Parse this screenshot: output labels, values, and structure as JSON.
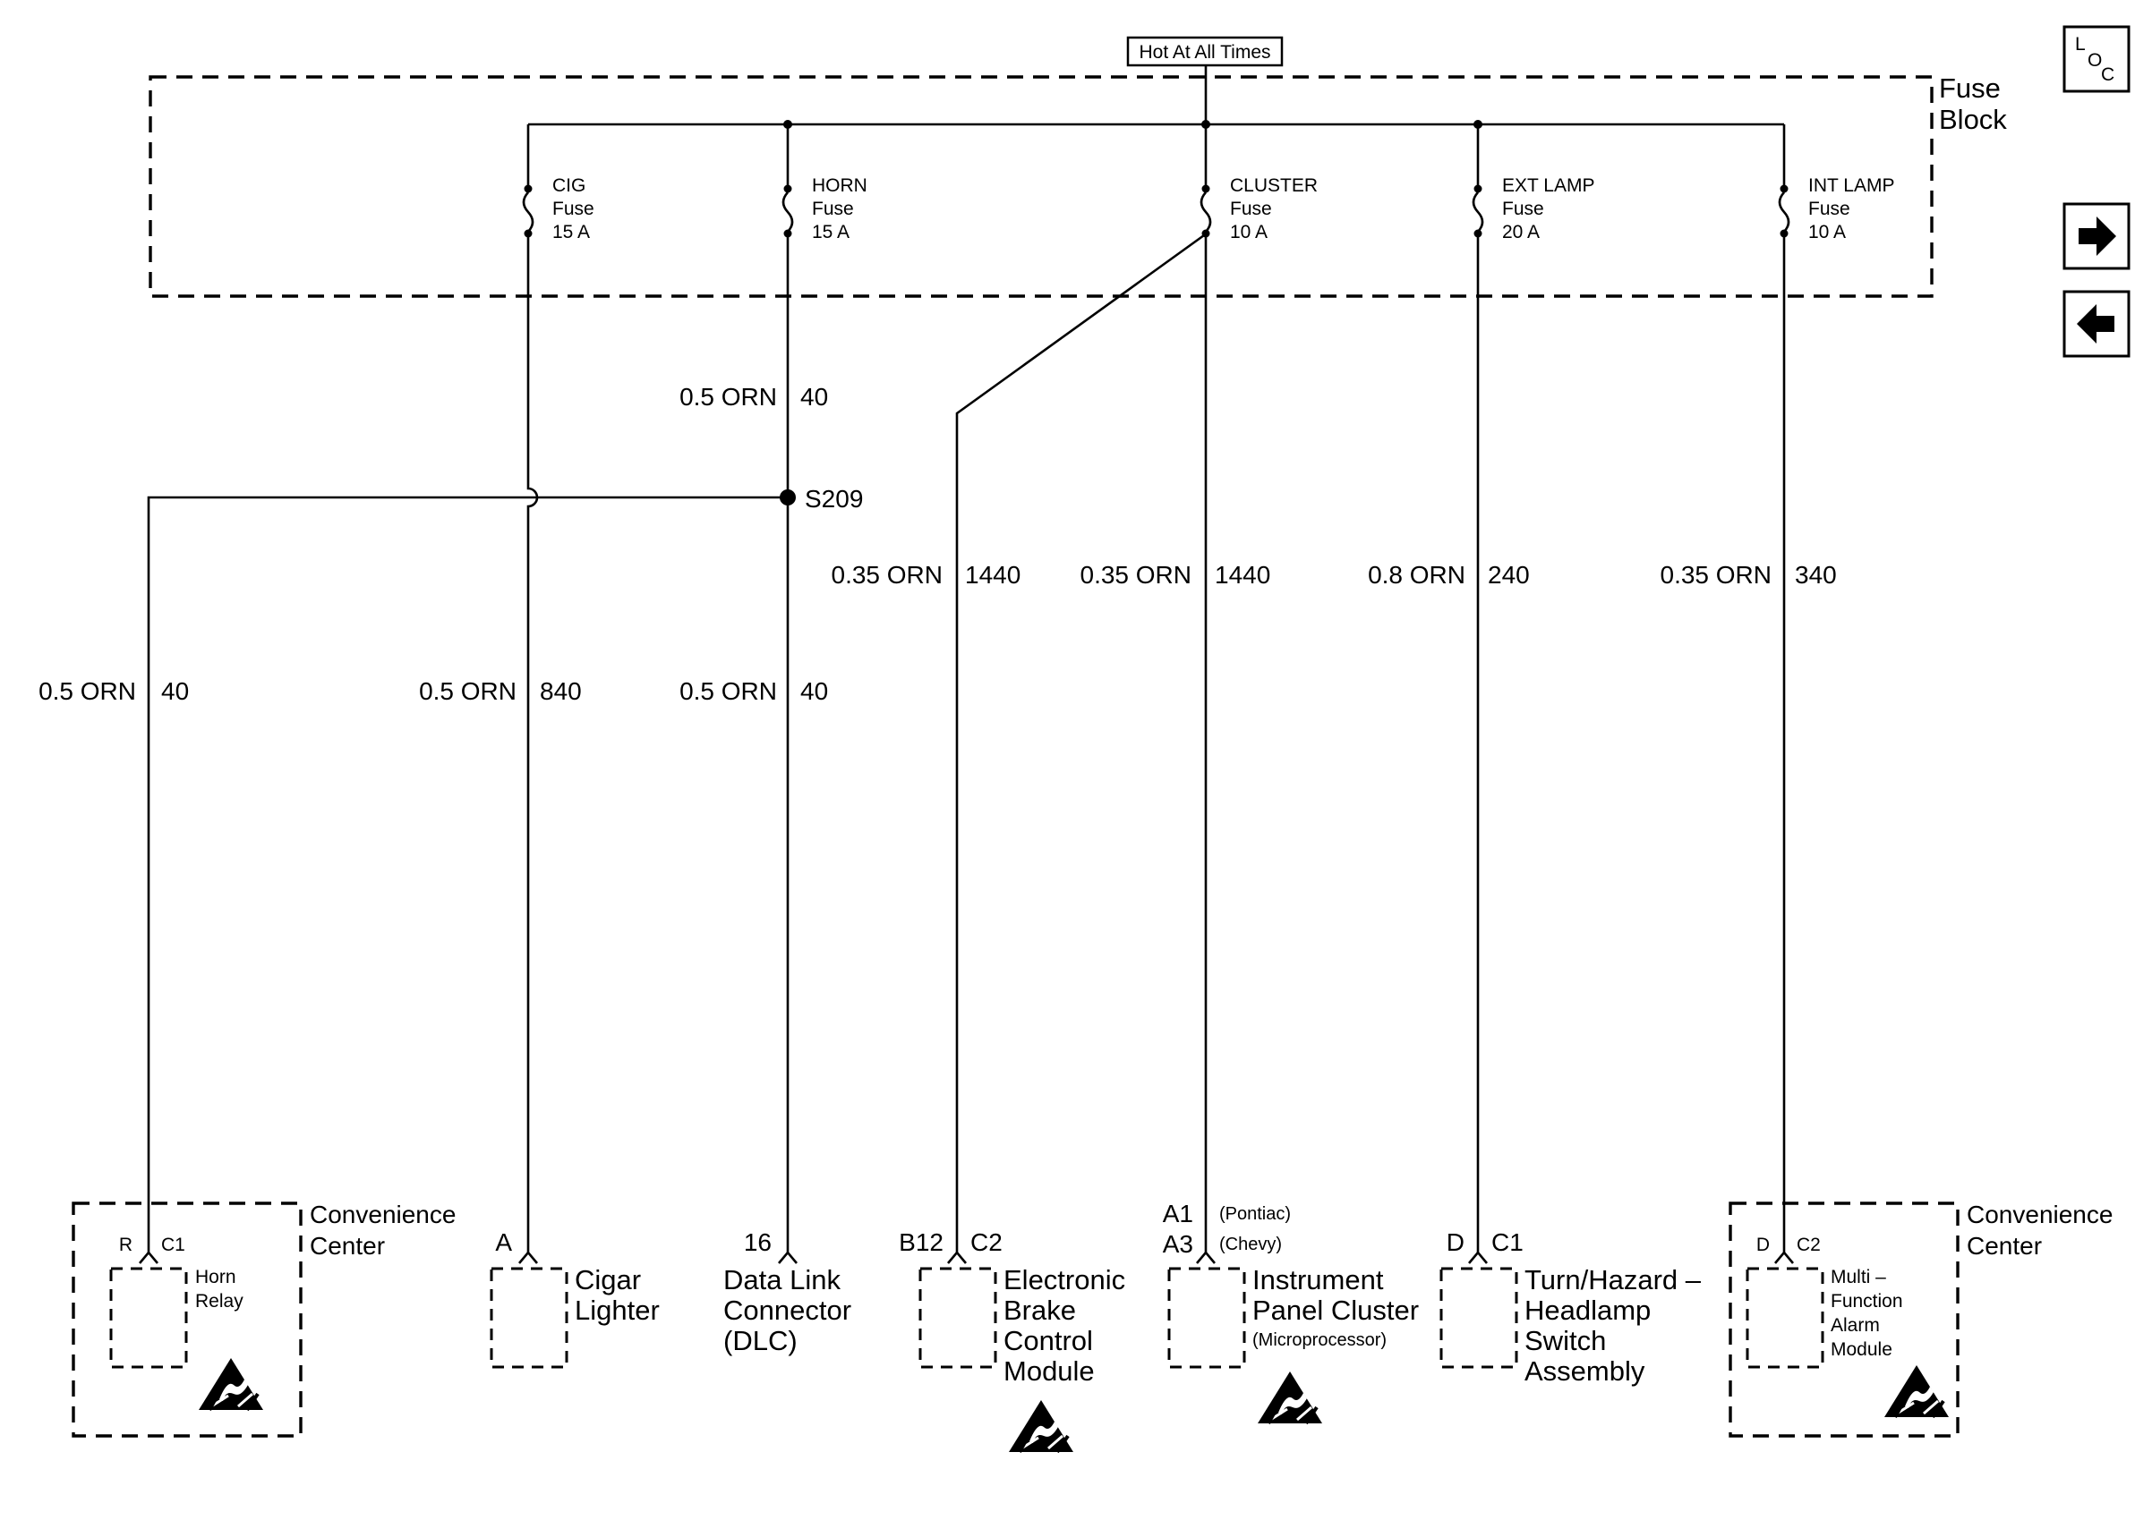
{
  "header": {
    "hot_label": "Hot At All Times"
  },
  "fuse_block": {
    "label_line1": "Fuse",
    "label_line2": "Block",
    "fuses": [
      {
        "name": "CIG",
        "word": "Fuse",
        "rating": "15 A"
      },
      {
        "name": "HORN",
        "word": "Fuse",
        "rating": "15 A"
      },
      {
        "name": "CLUSTER",
        "word": "Fuse",
        "rating": "10 A"
      },
      {
        "name": "EXT LAMP",
        "word": "Fuse",
        "rating": "20 A"
      },
      {
        "name": "INT LAMP",
        "word": "Fuse",
        "rating": "10 A"
      }
    ]
  },
  "wires": {
    "horn_upper": {
      "gauge": "0.5 ORN",
      "circuit": "40"
    },
    "horn_relay": {
      "gauge": "0.5 ORN",
      "circuit": "40"
    },
    "cig": {
      "gauge": "0.5 ORN",
      "circuit": "840"
    },
    "dlc": {
      "gauge": "0.5 ORN",
      "circuit": "40"
    },
    "ebcm": {
      "gauge": "0.35 ORN",
      "circuit": "1440"
    },
    "ipc": {
      "gauge": "0.35 ORN",
      "circuit": "1440"
    },
    "ext_lamp": {
      "gauge": "0.8 ORN",
      "circuit": "240"
    },
    "int_lamp": {
      "gauge": "0.35 ORN",
      "circuit": "340"
    }
  },
  "splice": {
    "label": "S209"
  },
  "components": {
    "convenience_left": {
      "title_line1": "Convenience",
      "title_line2": "Center",
      "pin": "R",
      "connector": "C1",
      "name_line1": "Horn",
      "name_line2": "Relay"
    },
    "cigar": {
      "pin": "A",
      "name_line1": "Cigar",
      "name_line2": "Lighter"
    },
    "dlc": {
      "pin": "16",
      "name_line1": "Data Link",
      "name_line2": "Connector",
      "name_line3": "(DLC)"
    },
    "ebcm": {
      "pin": "B12",
      "connector": "C2",
      "name_line1": "Electronic",
      "name_line2": "Brake",
      "name_line3": "Control",
      "name_line4": "Module"
    },
    "ipc": {
      "pin1": "A1",
      "pin1_note": "(Pontiac)",
      "pin2": "A3",
      "pin2_note": "(Chevy)",
      "name_line1": "Instrument",
      "name_line2": "Panel Cluster",
      "name_line3": "(Microprocessor)"
    },
    "switch": {
      "pin": "D",
      "connector": "C1",
      "name_line1": "Turn/Hazard –",
      "name_line2": "Headlamp",
      "name_line3": "Switch",
      "name_line4": "Assembly"
    },
    "convenience_right": {
      "title_line1": "Convenience",
      "title_line2": "Center",
      "pin": "D",
      "connector": "C2",
      "name_line1": "Multi –",
      "name_line2": "Function",
      "name_line3": "Alarm",
      "name_line4": "Module"
    }
  },
  "nav": {
    "loc_letters": [
      "L",
      "O",
      "C"
    ],
    "next_icon": "arrow-right",
    "prev_icon": "arrow-left"
  }
}
